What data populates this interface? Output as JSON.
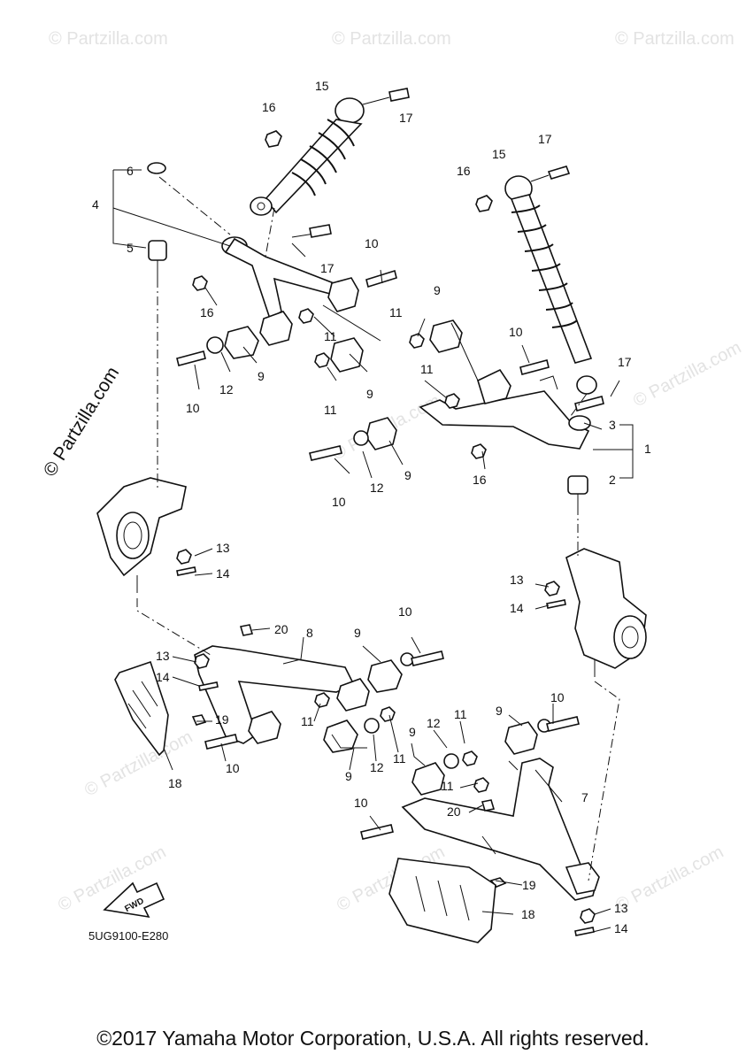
{
  "watermark": "© Partzilla.com",
  "side_watermark": "© Partzilla.com",
  "diagram_code": "5UG9100-E280",
  "fwd_label": "FWD",
  "copyright": "©2017 Yamaha Motor Corporation, U.S.A. All rights reserved.",
  "callouts": [
    "1",
    "2",
    "3",
    "4",
    "5",
    "6",
    "7",
    "8",
    "9",
    "10",
    "11",
    "12",
    "13",
    "14",
    "15",
    "16",
    "17",
    "18",
    "19",
    "20"
  ]
}
